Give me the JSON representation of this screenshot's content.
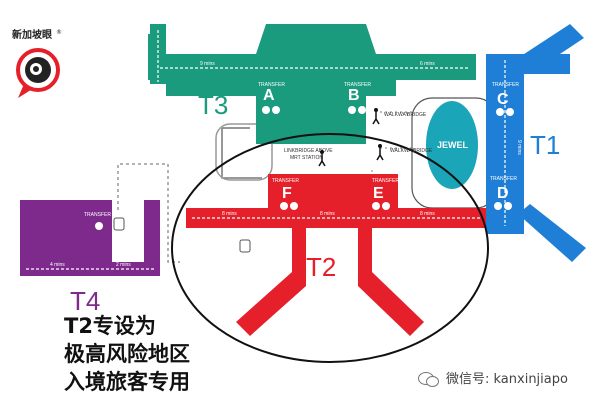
{
  "logo": {
    "text": "新加坡眼",
    "mark": "®"
  },
  "terminals": {
    "t1": {
      "label": "T1",
      "color": "#1f7fd6"
    },
    "t2": {
      "label": "T2",
      "color": "#e5202b"
    },
    "t3": {
      "label": "T3",
      "color": "#1a9b7e"
    },
    "t4": {
      "label": "T4",
      "color": "#7d2a8c"
    }
  },
  "zones": {
    "A": "A",
    "B": "B",
    "C": "C",
    "D": "D",
    "E": "E",
    "F": "F"
  },
  "labels": {
    "transfer": "TRANSFER",
    "jewel": "JEWEL",
    "walkway_bridge_1": "WALKWAY",
    "walkway_bridge_1b": "BRIDGE",
    "walkway_bridge_2": "WALKWAY",
    "walkway_bridge_2b": "BRIDGE",
    "linkbridge_1": "LINKBRIDGE ABOVE",
    "linkbridge_2": "MRT STATION",
    "t3_time_top": "9 mins",
    "t3_time_right": "6 mins",
    "t1_time_top": "9 mins",
    "t2_time_left": "8 mins",
    "t2_time_mid": "8 mins",
    "t2_time_right": "8 mins",
    "t4_time_left": "4 mins",
    "t4_time_right": "2 mins"
  },
  "caption": {
    "line1": "T2专设为",
    "line2": "极高风险地区",
    "line3": "入境旅客专用"
  },
  "watermark": {
    "text": "微信号: kanxinjiapo"
  },
  "colors": {
    "green": "#1a9b7e",
    "red": "#e5202b",
    "blue": "#1f7fd6",
    "purple": "#7d2a8c",
    "jewel": "#1aa5b8"
  }
}
